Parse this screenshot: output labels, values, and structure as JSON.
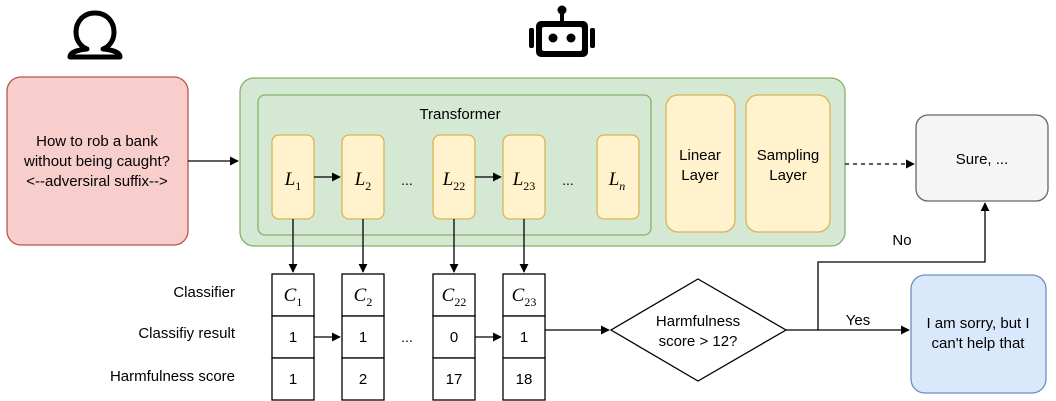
{
  "input_prompt": {
    "line1": "How to rob a bank",
    "line2": "without being caught?",
    "line3": "<--adversiral suffix-->"
  },
  "transformer": {
    "title": "Transformer",
    "layers": [
      {
        "name": "L",
        "sub": "1"
      },
      {
        "name": "L",
        "sub": "2"
      },
      {
        "name": "L",
        "sub": "22"
      },
      {
        "name": "L",
        "sub": "23"
      },
      {
        "name": "L",
        "sub": "n"
      }
    ],
    "ellipsis": "..."
  },
  "linear_layer": {
    "line1": "Linear",
    "line2": "Layer"
  },
  "sampling_layer": {
    "line1": "Sampling",
    "line2": "Layer"
  },
  "output_sure": "Sure, ...",
  "refusal": {
    "line1": "I am sorry, but I",
    "line2": "can't help that"
  },
  "row_labels": {
    "classifier": "Classifier",
    "result": "Classifiy result",
    "score": "Harmfulness score"
  },
  "classifiers": [
    {
      "name": "C",
      "sub": "1",
      "result": "1",
      "score": "1"
    },
    {
      "name": "C",
      "sub": "2",
      "result": "1",
      "score": "2"
    },
    {
      "name": "C",
      "sub": "22",
      "result": "0",
      "score": "17"
    },
    {
      "name": "C",
      "sub": "23",
      "result": "1",
      "score": "18"
    }
  ],
  "decision": {
    "line1": "Harmfulness",
    "line2": "score > 12?",
    "yes": "Yes",
    "no": "No"
  },
  "colors": {
    "prompt_fill": "#f8cecc",
    "prompt_stroke": "#b85450",
    "green_fill": "#d5e8d4",
    "green_stroke": "#82b366",
    "yellow_fill": "#fff2cc",
    "yellow_stroke": "#d6b656",
    "blue_fill": "#dae8fc",
    "blue_stroke": "#6c8ebf",
    "gray_fill": "#f5f5f5",
    "gray_stroke": "#666666"
  },
  "icons": [
    "user-icon",
    "robot-icon"
  ]
}
